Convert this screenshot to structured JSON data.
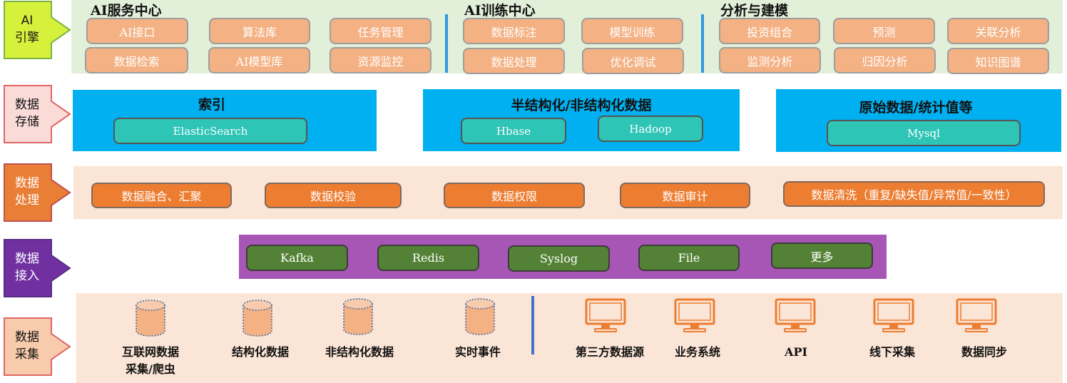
{
  "layers": {
    "ai": {
      "label": "AI\n引擎",
      "fill": "#D6F13B",
      "stroke": "#7CB342",
      "text_color": "#1a1a1a"
    },
    "storage": {
      "label": "数据\n存储",
      "fill": "#FADBD8",
      "stroke": "#E06666",
      "text_color": "#111111"
    },
    "processing": {
      "label": "数据\n处理",
      "fill": "#E97F36",
      "stroke": "#C0504D",
      "text_color": "#ffffff"
    },
    "ingest": {
      "label": "数据\n接入",
      "fill": "#7030A0",
      "stroke": "#5B2C86",
      "text_color": "#ffffff"
    },
    "collect": {
      "label": "数据\n采集",
      "fill": "#F8CBAD",
      "stroke": "#E06666",
      "text_color": "#111111"
    }
  },
  "ai_engine": {
    "service_center": {
      "title": "AI服务中心",
      "items": [
        "AI接口",
        "算法库",
        "任务管理",
        "数据检索",
        "AI模型库",
        "资源监控"
      ]
    },
    "training_center": {
      "title": "AI训练中心",
      "items": [
        "数据标注",
        "模型训练",
        "数据处理",
        "优化调试"
      ]
    },
    "analysis": {
      "title": "分析与建模",
      "items": [
        "投资组合",
        "预测",
        "关联分析",
        "监测分析",
        "归因分析",
        "知识图谱"
      ]
    }
  },
  "storage": {
    "index": {
      "title": "索引",
      "items": [
        "ElasticSearch"
      ]
    },
    "semi": {
      "title": "半结构化/非结构化数据",
      "items": [
        "Hbase",
        "Hadoop"
      ]
    },
    "raw": {
      "title": "原始数据/统计值等",
      "items": [
        "Mysql"
      ]
    }
  },
  "processing": {
    "items": [
      "数据融合、汇聚",
      "数据校验",
      "数据权限",
      "数据审计",
      "数据清洗（重复/缺失值/异常值/一致性）"
    ]
  },
  "ingest": {
    "items": [
      "Kafka",
      "Redis",
      "Syslog",
      "File",
      "更多"
    ]
  },
  "collect": {
    "sources_db": [
      "互联网数据\n采集/爬虫",
      "结构化数据",
      "非结构化数据",
      "实时事件"
    ],
    "sources_pc": [
      "第三方数据源",
      "业务系统",
      "API",
      "线下采集",
      "数据同步"
    ]
  },
  "colors": {
    "ai_panel": "#E2EFD9",
    "storage_panel": "#00B0F0",
    "light_panel": "#FBE5D6",
    "ingest_panel": "#A856B5"
  }
}
